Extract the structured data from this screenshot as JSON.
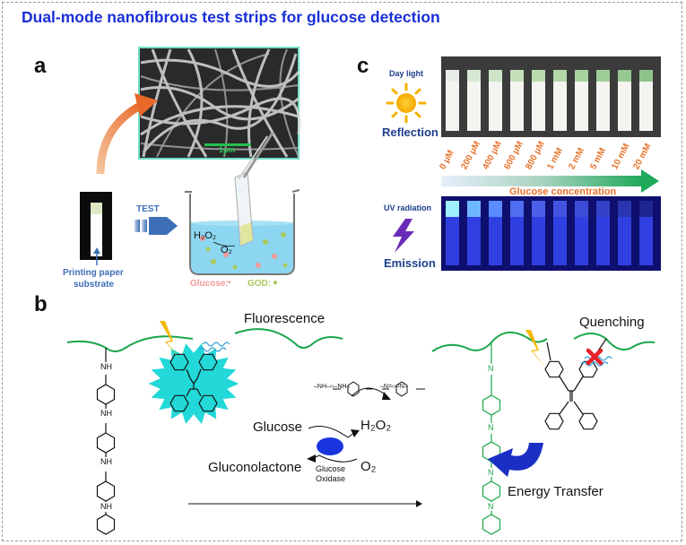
{
  "title": "Dual-mode nanofibrous test strips for glucose detection",
  "panels": {
    "a": {
      "label": "a",
      "sem_scale": "1μm",
      "test_label": "TEST",
      "substrate_label_1": "Printing paper",
      "substrate_label_2": "substrate",
      "h2o2": "H₂O₂",
      "o2": "O₂",
      "glucose_legend": "Glucose:",
      "god_legend": "GOD:"
    },
    "c": {
      "label": "c",
      "day_light": "Day light",
      "reflection": "Reflection",
      "uv_radiation": "UV radiation",
      "emission": "Emission",
      "concentration_axis": "Glucose concentration",
      "concentrations": [
        "0 μM",
        "200 μM",
        "400 μM",
        "600 μM",
        "800 μM",
        "1 mM",
        "2 mM",
        "5 mM",
        "10 mM",
        "20 mM"
      ]
    },
    "b": {
      "label": "b",
      "fluorescence": "Fluorescence",
      "quenching": "Quenching",
      "glucose": "Glucose",
      "h2o2": "H₂O₂",
      "gluconolactone": "Gluconolactone",
      "o2": "O₂",
      "enzyme_1": "Glucose",
      "enzyme_2": "Oxidase",
      "energy_transfer": "Energy Transfer",
      "nh_labels": [
        "NH",
        "NH",
        "NH",
        "NH"
      ],
      "n_labels": [
        "N",
        "N",
        "N",
        "N"
      ],
      "pani_reduced": "–NH–‹›–NH–",
      "pani_oxidized": "–N=‹›=N–"
    }
  },
  "colors": {
    "title": "#1a2fd6",
    "polymer_green": "#1aa64a",
    "tpe_cyan": "#22d8d8",
    "enzyme_blue": "#1a35e0",
    "arrow_orange": "#e8732a",
    "lightning": "#f5b800",
    "quench_red": "#e5212b",
    "glucose_pink": "#f29a9a",
    "god_green": "#a9c95c"
  }
}
